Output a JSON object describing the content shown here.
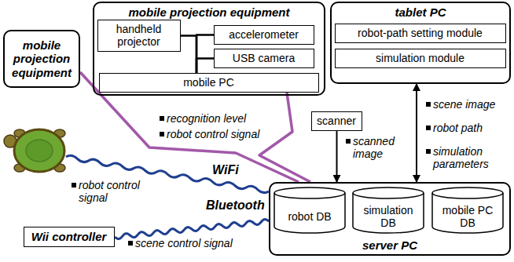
{
  "diagram": {
    "nodes": [
      {
        "text": [
          "mobile projection equipment"
        ]
      },
      {
        "text": [
          "mobile projection equipment"
        ]
      },
      {
        "text": [
          "handheld projector"
        ],
        "in": 1
      },
      {
        "text": [
          "accelerometer"
        ],
        "in": 1
      },
      {
        "text": [
          "USB camera"
        ],
        "in": 1
      },
      {
        "text": [
          "mobile PC"
        ],
        "in": 1
      },
      {
        "text": [
          "tablet PC"
        ]
      },
      {
        "text": [
          "robot-path setting module"
        ],
        "in": 6
      },
      {
        "text": [
          "simulation module"
        ],
        "in": 6
      },
      {
        "text": [
          "scanner"
        ]
      },
      {
        "text": [
          "Wii controller"
        ]
      },
      {
        "text": [
          "server PC"
        ]
      },
      {
        "text": [
          "robot DB"
        ],
        "in": 11
      },
      {
        "text": [
          "simulation DB"
        ],
        "in": 11
      },
      {
        "text": [
          "mobile PC DB"
        ],
        "in": 11
      }
    ],
    "edges": [
      {
        "from": 0,
        "to": 11,
        "arrow": "none"
      },
      {
        "from": 5,
        "to": 11,
        "arrow": "none"
      },
      {
        "from": 2,
        "to": 5,
        "arrow": "none"
      },
      {
        "from": 3,
        "to": 5,
        "arrow": "none"
      },
      {
        "from": 4,
        "to": 5,
        "arrow": "none"
      },
      {
        "from": 9,
        "to": 11,
        "arrow": "to"
      },
      {
        "from": 6,
        "to": 11,
        "arrow": "both"
      },
      {
        "from": 10,
        "to": 11,
        "arrow": "none"
      }
    ],
    "labels": [
      "recognition level",
      "robot control signal",
      "WiFi",
      "scene image",
      "robot path",
      "simulation parameters",
      "scanned image",
      "robot control signal",
      "Bluetooth",
      "scene control signal"
    ]
  }
}
